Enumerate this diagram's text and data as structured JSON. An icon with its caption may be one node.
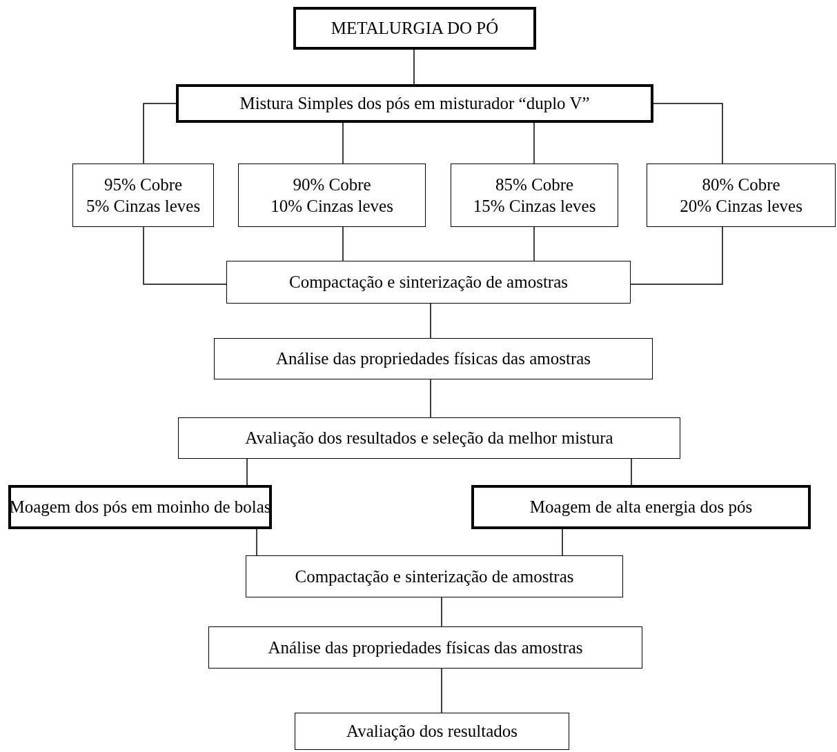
{
  "diagram": {
    "nodes": [
      {
        "text": [
          "METALURGIA DO PÓ"
        ]
      },
      {
        "text": [
          "Mistura Simples dos pós em misturador “duplo V”"
        ]
      },
      {
        "text": [
          "95% Cobre",
          "5% Cinzas leves"
        ]
      },
      {
        "text": [
          "90% Cobre",
          "10% Cinzas leves"
        ]
      },
      {
        "text": [
          "85% Cobre",
          "15% Cinzas leves"
        ]
      },
      {
        "text": [
          "80% Cobre",
          "20% Cinzas leves"
        ]
      },
      {
        "text": [
          "Compactação e sinterização de amostras"
        ]
      },
      {
        "text": [
          "Análise das propriedades físicas das amostras"
        ]
      },
      {
        "text": [
          "Avaliação dos resultados e seleção da melhor mistura"
        ]
      },
      {
        "text": [
          "Moagem dos pós em moinho de bolas"
        ]
      },
      {
        "text": [
          "Moagem de alta energia dos pós"
        ]
      },
      {
        "text": [
          "Compactação e sinterização de amostras"
        ]
      },
      {
        "text": [
          "Análise das propriedades físicas das amostras"
        ]
      },
      {
        "text": [
          "Avaliação dos resultados"
        ]
      }
    ],
    "edges": [
      {
        "from": 0,
        "to": 1,
        "arrow": "none"
      },
      {
        "from": 1,
        "to": 2,
        "arrow": "none"
      },
      {
        "from": 1,
        "to": 3,
        "arrow": "none"
      },
      {
        "from": 1,
        "to": 4,
        "arrow": "none"
      },
      {
        "from": 1,
        "to": 5,
        "arrow": "none"
      },
      {
        "from": 2,
        "to": 6,
        "arrow": "none"
      },
      {
        "from": 3,
        "to": 6,
        "arrow": "none"
      },
      {
        "from": 4,
        "to": 6,
        "arrow": "none"
      },
      {
        "from": 5,
        "to": 6,
        "arrow": "none"
      },
      {
        "from": 6,
        "to": 7,
        "arrow": "none"
      },
      {
        "from": 7,
        "to": 8,
        "arrow": "none"
      },
      {
        "from": 8,
        "to": 9,
        "arrow": "none"
      },
      {
        "from": 8,
        "to": 10,
        "arrow": "none"
      },
      {
        "from": 9,
        "to": 11,
        "arrow": "none"
      },
      {
        "from": 10,
        "to": 11,
        "arrow": "none"
      },
      {
        "from": 11,
        "to": 12,
        "arrow": "none"
      },
      {
        "from": 12,
        "to": 13,
        "arrow": "none"
      }
    ]
  }
}
